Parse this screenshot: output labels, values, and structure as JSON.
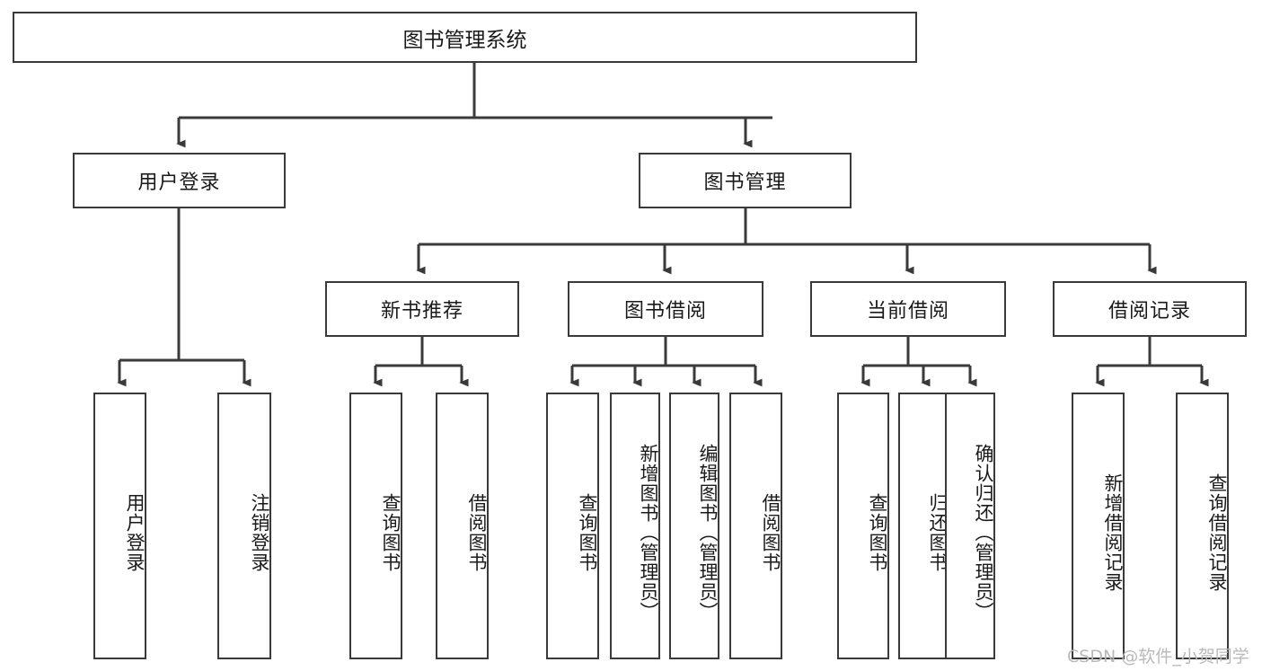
{
  "diagram": {
    "title": "图书管理系统",
    "type": "functional-structure-tree",
    "watermark": "CSDN @软件_小贺同学",
    "colors": {
      "stroke": "#3a3a3a",
      "text": "#1a1a1a",
      "background": "#ffffff",
      "watermark": "#b9b9b9"
    }
  },
  "nodes": {
    "root": {
      "label": "图书管理系统"
    },
    "level2": [
      {
        "label": "用户登录"
      },
      {
        "label": "图书管理"
      }
    ],
    "level3": [
      {
        "label": "新书推荐"
      },
      {
        "label": "图书借阅"
      },
      {
        "label": "当前借阅"
      },
      {
        "label": "借阅记录"
      }
    ],
    "leaves": {
      "user_login": [
        {
          "label": "用户登录"
        },
        {
          "label": "注销登录"
        }
      ],
      "new_book_recommend": [
        {
          "label": "查询图书"
        },
        {
          "label": "借阅图书"
        }
      ],
      "book_borrow": [
        {
          "label": "查询图书"
        },
        {
          "label": "新增图书（管理员）"
        },
        {
          "label": "编辑图书（管理员）"
        },
        {
          "label": "借阅图书"
        }
      ],
      "current_borrow": [
        {
          "label": "查询图书"
        },
        {
          "label": "归还图书"
        },
        {
          "label": "确认归还（管理员）"
        }
      ],
      "borrow_record": [
        {
          "label": "新增借阅记录"
        },
        {
          "label": "查询借阅记录"
        }
      ]
    }
  }
}
